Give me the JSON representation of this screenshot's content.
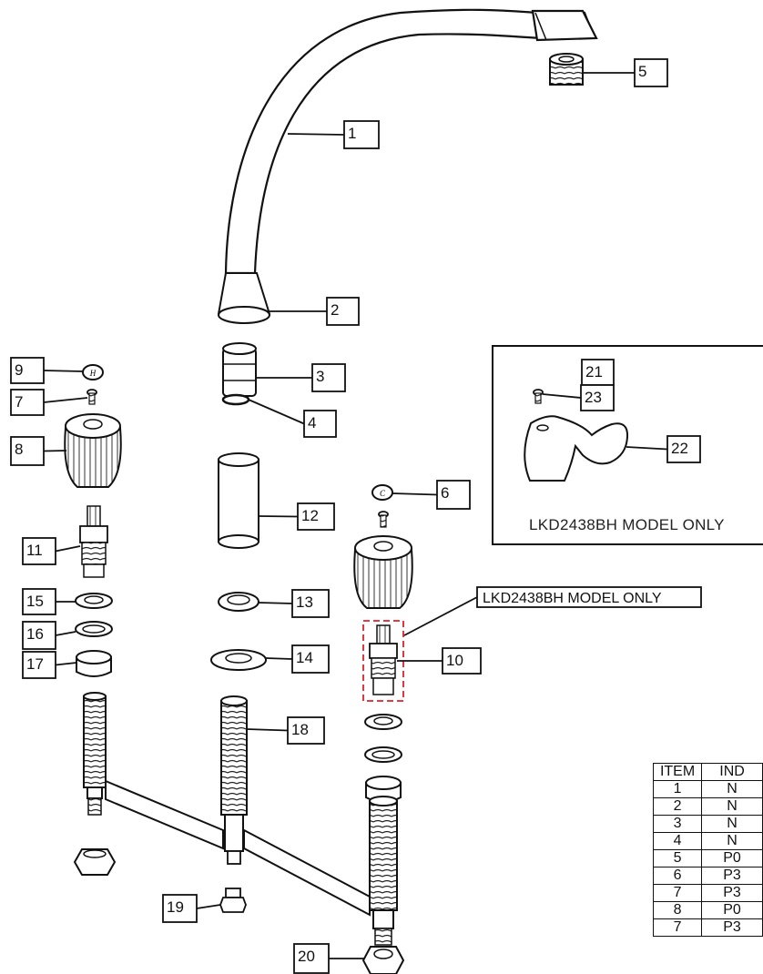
{
  "callouts": [
    "1",
    "2",
    "3",
    "4",
    "5",
    "6",
    "7",
    "8",
    "9",
    "10",
    "11",
    "12",
    "13",
    "14",
    "15",
    "16",
    "17",
    "18",
    "19",
    "20",
    "21",
    "22",
    "23"
  ],
  "labels": {
    "inset_caption": "LKD2438BH MODEL ONLY",
    "cartridge_callout": "LKD2438BH MODEL ONLY"
  },
  "table": {
    "headers": [
      "ITEM",
      "IND"
    ],
    "rows": [
      [
        "1",
        "N"
      ],
      [
        "2",
        "N"
      ],
      [
        "3",
        "N"
      ],
      [
        "4",
        "N"
      ],
      [
        "5",
        "P0"
      ],
      [
        "6",
        "P3"
      ],
      [
        "7",
        "P3"
      ],
      [
        "8",
        "P0"
      ],
      [
        "7",
        "P3"
      ]
    ]
  },
  "colors": {
    "ink": "#111111",
    "dashed_highlight": "#e0202a",
    "shade": "#e8e8e8"
  }
}
